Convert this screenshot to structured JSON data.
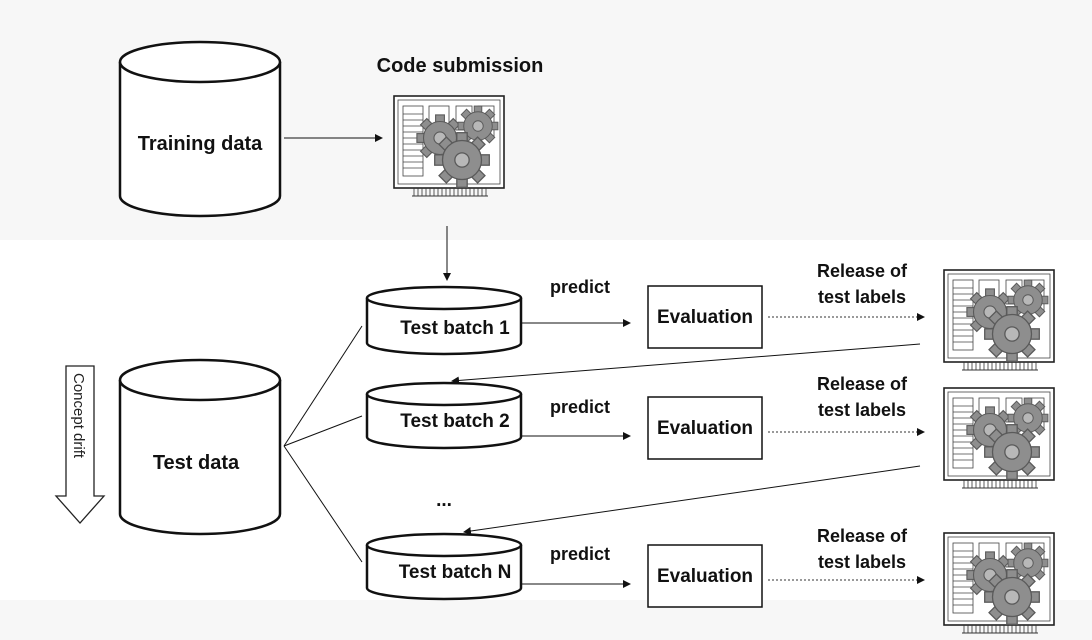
{
  "diagram": {
    "training_data": "Training data",
    "code_submission": "Code submission",
    "test_data": "Test data",
    "concept_drift": "Concept drift",
    "ellipsis": "...",
    "predict": "predict",
    "evaluation": "Evaluation",
    "release_line1": "Release of",
    "release_line2": "test labels",
    "batches": [
      {
        "label": "Test batch 1"
      },
      {
        "label": "Test batch 2"
      },
      {
        "label": "Test batch N"
      }
    ]
  },
  "colors": {
    "line": "#111111",
    "gear_fill": "#8e8e8e",
    "gear_dark": "#5a5a5a",
    "band": "#f7f7f7"
  },
  "icons": [
    "code-chip-gears-icon",
    "concept-drift-arrow-icon"
  ]
}
